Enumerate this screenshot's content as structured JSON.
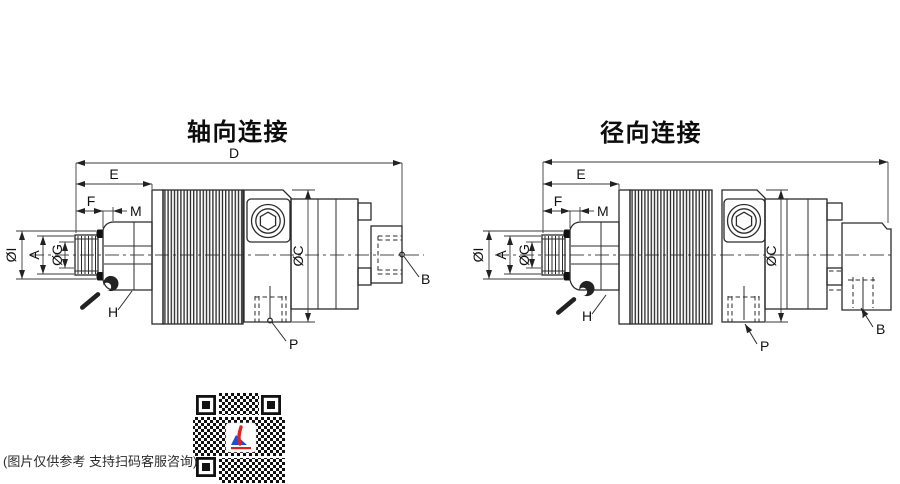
{
  "left": {
    "title": "轴向连接",
    "dims": {
      "D": "D",
      "E": "E",
      "F": "F",
      "M": "M",
      "I": "ØI",
      "A": "A",
      "G": "ØG",
      "C": "ØC",
      "P": "P",
      "B": "B",
      "H": "H"
    }
  },
  "right": {
    "title": "径向连接",
    "dims": {
      "E": "E",
      "F": "F",
      "M": "M",
      "I": "ØI",
      "A": "A",
      "G": "ØG",
      "C": "ØC",
      "P": "P",
      "B": "B",
      "H": "H"
    }
  },
  "footer": {
    "note": "(图片仅供参考 支持扫码客服咨询)"
  }
}
